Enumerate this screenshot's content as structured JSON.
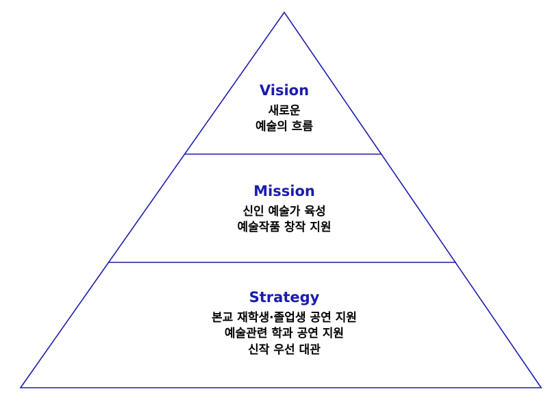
{
  "colors": {
    "outline": "#1b1bae",
    "heading": "#1b1bae",
    "body_text": "#000000",
    "background": "#ffffff"
  },
  "chart_type": "pyramid-diagram",
  "pyramid": {
    "levels": [
      {
        "title": "Vision",
        "lines": [
          "새로운",
          "예술의 흐름"
        ]
      },
      {
        "title": "Mission",
        "lines": [
          "신인 예술가 육성",
          "예술작품 창작 지원"
        ]
      },
      {
        "title": "Strategy",
        "lines": [
          "본교 재학생·졸업생 공연 지원",
          "예술관련 학과 공연 지원",
          "신작 우선 대관"
        ]
      }
    ]
  }
}
